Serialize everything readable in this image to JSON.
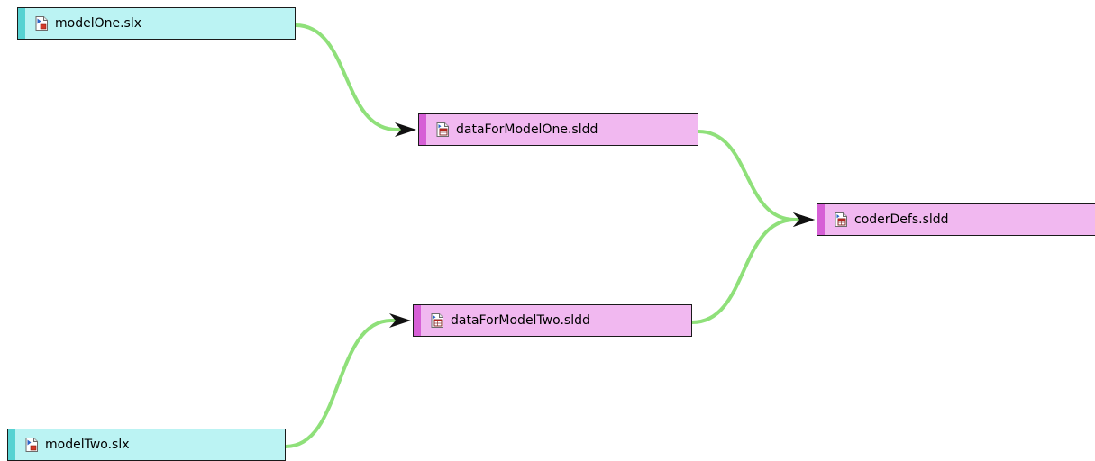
{
  "colors": {
    "model_fill": "#bbf3f3",
    "model_stripe": "#56d2d2",
    "dictionary_fill": "#f1b8f0",
    "dictionary_stripe": "#d65fd6",
    "edge": "#8fe07a",
    "arrowhead": "#111111"
  },
  "nodes": [
    {
      "id": "modelOne",
      "label": "modelOne.slx",
      "kind": "model",
      "icon": "simulink-model-icon"
    },
    {
      "id": "dataOne",
      "label": "dataForModelOne.sldd",
      "kind": "dictionary",
      "icon": "data-dictionary-icon"
    },
    {
      "id": "coder",
      "label": "coderDefs.sldd",
      "kind": "dictionary",
      "icon": "data-dictionary-icon"
    },
    {
      "id": "dataTwo",
      "label": "dataForModelTwo.sldd",
      "kind": "dictionary",
      "icon": "data-dictionary-icon"
    },
    {
      "id": "modelTwo",
      "label": "modelTwo.slx",
      "kind": "model",
      "icon": "simulink-model-icon"
    }
  ],
  "edges": [
    {
      "from": "modelOne",
      "to": "dataOne"
    },
    {
      "from": "dataOne",
      "to": "coder"
    },
    {
      "from": "dataTwo",
      "to": "coder"
    },
    {
      "from": "modelTwo",
      "to": "dataTwo"
    }
  ]
}
